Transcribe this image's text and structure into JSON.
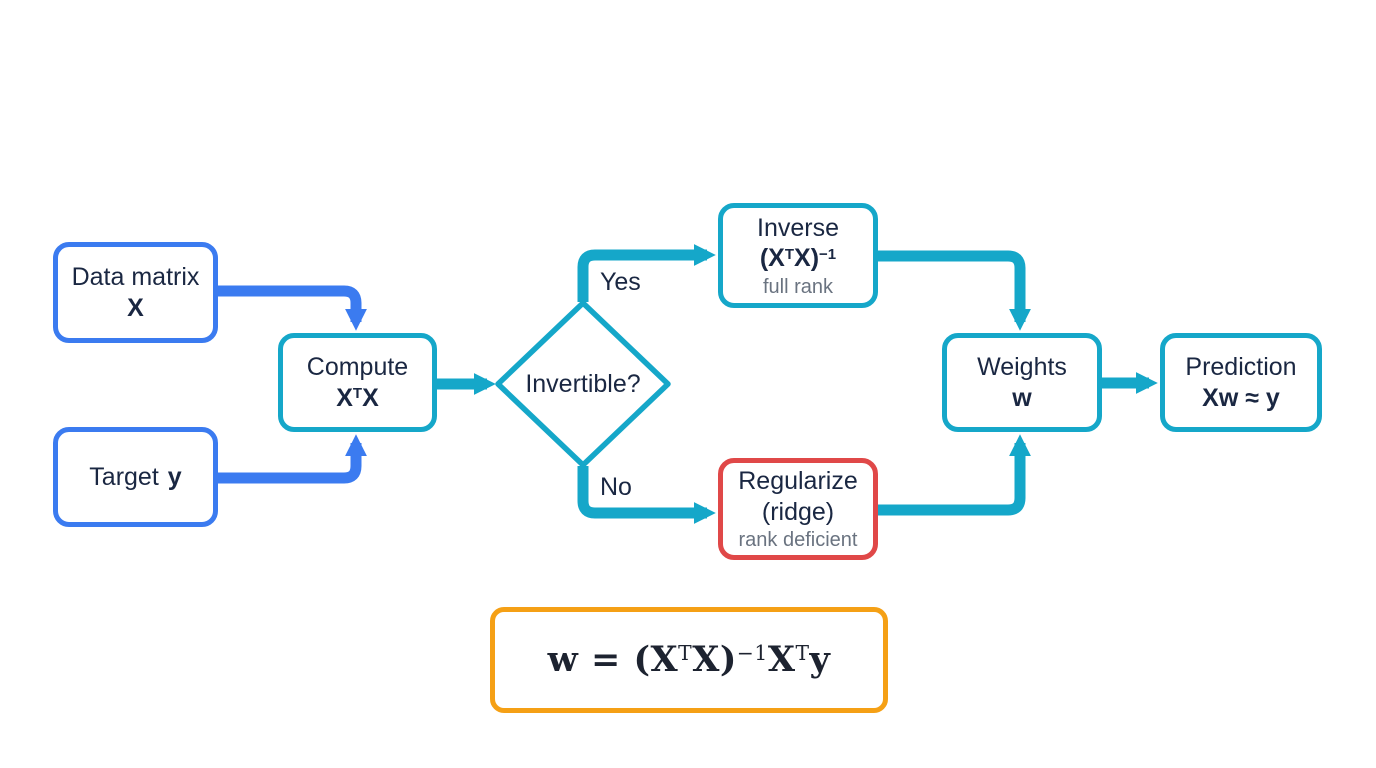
{
  "colors": {
    "blue": "#3b7bf0",
    "teal": "#15a7c9",
    "red": "#e04848",
    "orange": "#f5a015",
    "ink": "#1a2742",
    "muted": "#6a7380",
    "background": "#ffffff"
  },
  "nodes": {
    "data_matrix": {
      "title": "Data matrix",
      "symbol": "X"
    },
    "target": {
      "title": "Target",
      "symbol": "y"
    },
    "compute": {
      "title": "Compute",
      "formula": {
        "x1": "X",
        "sup": "T",
        "x2": "X"
      }
    },
    "decision": {
      "label": "Invertible?"
    },
    "inverse": {
      "title": "Inverse",
      "formula": {
        "open": "(X",
        "sup1": "T",
        "close": "X)",
        "sup2": "−1"
      },
      "note": "full rank"
    },
    "regularize": {
      "title": "Regularize",
      "subtitle": "(ridge)",
      "note": "rank deficient"
    },
    "weights": {
      "title": "Weights",
      "symbol": "w"
    },
    "prediction": {
      "title": "Prediction",
      "symbol": "Xw ≈ y"
    }
  },
  "edges": {
    "yes_label": "Yes",
    "no_label": "No"
  },
  "formula": {
    "lead": "w = (X",
    "sup1": "T",
    "mid": "X)",
    "sup2": "−1",
    "x2": "X",
    "sup3": "T",
    "tail": "y"
  }
}
